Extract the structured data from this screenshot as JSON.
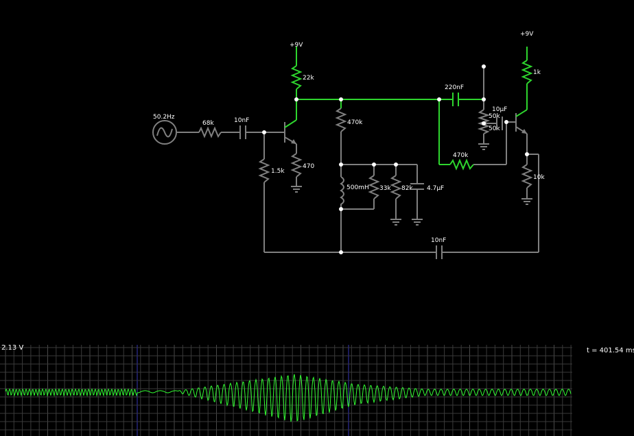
{
  "circuit": {
    "source_freq": "50.2Hz",
    "supply_left": "+9V",
    "supply_right": "+9V",
    "labels": {
      "r68k": "68k",
      "c10nf_in": "10nF",
      "r22k": "22k",
      "r470": "470",
      "r1_5k": "1.5k",
      "r470k_top": "470k",
      "l500mh": "500mH",
      "r33k": "33k",
      "r82k": "82k",
      "c4_7uf": "4.7µF",
      "c220nf": "220nF",
      "c10uf": "10µF",
      "pot50k_a": "50k",
      "pot50k_b": "50k",
      "r470k_fb": "470k",
      "r1k": "1k",
      "r10k": "10k",
      "c10nf_out": "10nF"
    }
  },
  "scope": {
    "voltage_readout": "2.13 V",
    "time_readout": "t = 401.54 ms",
    "trace_color": "#33ff33",
    "grid_color": "#3a3a3a"
  }
}
